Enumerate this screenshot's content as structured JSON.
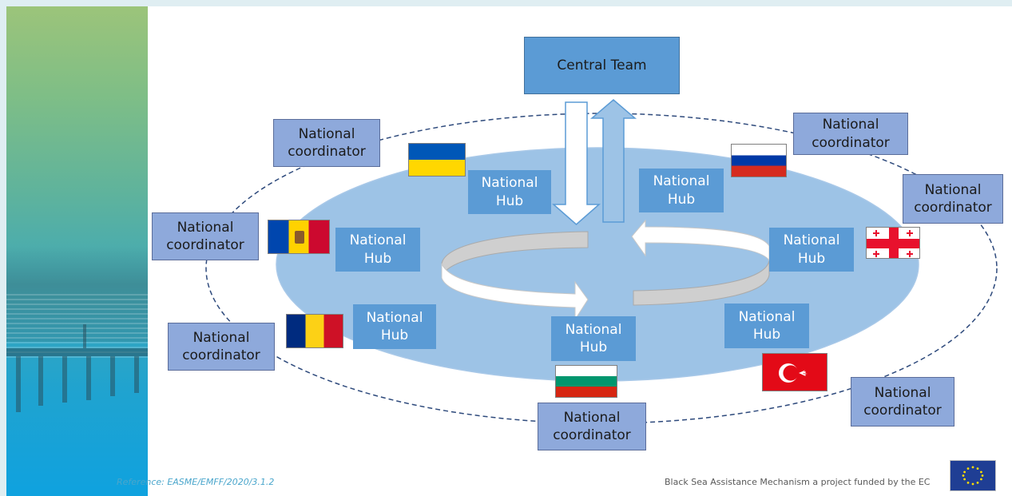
{
  "central_team": {
    "label": "Central Team"
  },
  "hubs": [
    {
      "id": "ukraine",
      "label": "National Hub"
    },
    {
      "id": "russia",
      "label": "National Hub"
    },
    {
      "id": "moldova",
      "label": "National Hub"
    },
    {
      "id": "georgia",
      "label": "National Hub"
    },
    {
      "id": "romania",
      "label": "National Hub"
    },
    {
      "id": "bulgaria",
      "label": "National Hub"
    },
    {
      "id": "turkey",
      "label": "National Hub"
    }
  ],
  "coordinators": [
    {
      "id": "ukraine",
      "label": "National coordinator"
    },
    {
      "id": "russia",
      "label": "National coordinator"
    },
    {
      "id": "georgia",
      "label": "National coordinator"
    },
    {
      "id": "moldova",
      "label": "National coordinator"
    },
    {
      "id": "romania",
      "label": "National coordinator"
    },
    {
      "id": "bulgaria",
      "label": "National coordinator"
    },
    {
      "id": "turkey",
      "label": "National coordinator"
    }
  ],
  "flags": [
    "ukraine",
    "russia",
    "moldova",
    "georgia",
    "romania",
    "bulgaria",
    "turkey"
  ],
  "footer": {
    "reference": "Reference: EASME/EMFF/2020/3.1.2",
    "funding": "Black Sea Assistance Mechanism a project funded by the EC"
  },
  "colors": {
    "hub_fill": "#5b9bd5",
    "coordinator_fill": "#8ea9db",
    "ellipse_fill": "#9dc3e6",
    "central_fill": "#5b9bd5",
    "arrow_up_fill": "#9dc3e6"
  }
}
